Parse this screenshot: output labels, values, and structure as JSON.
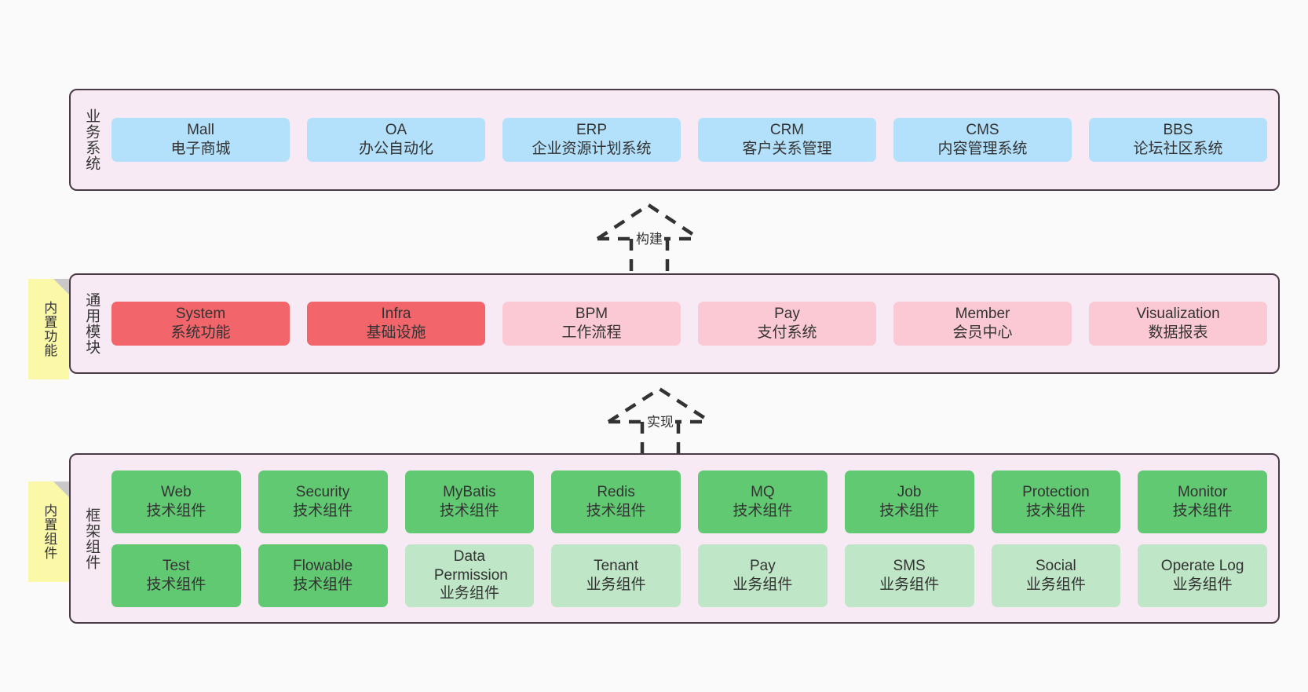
{
  "canvas": {
    "background": "#fafafa",
    "layer_fill": "#f8eaf4",
    "layer_border": "#4a3a46",
    "note_fill": "#fbf8a8",
    "note_fold": "#c9c9c9",
    "color_blue": "#b3e0fa",
    "color_red": "#f2656a",
    "color_pink": "#fbc9d3",
    "color_green": "#62c973",
    "color_lightgreen": "#bfe6c6"
  },
  "layers": [
    {
      "id": "business",
      "title": "业务系统",
      "rows": [
        {
          "cards": [
            {
              "name": "Mall",
              "desc": "电子商城",
              "style": "blue"
            },
            {
              "name": "OA",
              "desc": "办公自动化",
              "style": "blue"
            },
            {
              "name": "ERP",
              "desc": "企业资源计划系统",
              "style": "blue"
            },
            {
              "name": "CRM",
              "desc": "客户关系管理",
              "style": "blue"
            },
            {
              "name": "CMS",
              "desc": "内容管理系统",
              "style": "blue"
            },
            {
              "name": "BBS",
              "desc": "论坛社区系统",
              "style": "blue"
            }
          ]
        }
      ]
    },
    {
      "id": "common-module",
      "title": "通用模块",
      "note": "内置功能",
      "rows": [
        {
          "cards": [
            {
              "name": "System",
              "desc": "系统功能",
              "style": "red"
            },
            {
              "name": "Infra",
              "desc": "基础设施",
              "style": "red"
            },
            {
              "name": "BPM",
              "desc": "工作流程",
              "style": "pink"
            },
            {
              "name": "Pay",
              "desc": "支付系统",
              "style": "pink"
            },
            {
              "name": "Member",
              "desc": "会员中心",
              "style": "pink"
            },
            {
              "name": "Visualization",
              "desc": "数据报表",
              "style": "pink"
            }
          ]
        }
      ]
    },
    {
      "id": "framework",
      "title": "框架组件",
      "note": "内置组件",
      "rows": [
        {
          "cards": [
            {
              "name": "Web",
              "desc": "技术组件",
              "style": "green"
            },
            {
              "name": "Security",
              "desc": "技术组件",
              "style": "green"
            },
            {
              "name": "MyBatis",
              "desc": "技术组件",
              "style": "green"
            },
            {
              "name": "Redis",
              "desc": "技术组件",
              "style": "green"
            },
            {
              "name": "MQ",
              "desc": "技术组件",
              "style": "green"
            },
            {
              "name": "Job",
              "desc": "技术组件",
              "style": "green"
            },
            {
              "name": "Protection",
              "desc": "技术组件",
              "style": "green"
            },
            {
              "name": "Monitor",
              "desc": "技术组件",
              "style": "green"
            }
          ]
        },
        {
          "cards": [
            {
              "name": "Test",
              "desc": "技术组件",
              "style": "green"
            },
            {
              "name": "Flowable",
              "desc": "技术组件",
              "style": "green"
            },
            {
              "name": "Data Permission",
              "desc": "业务组件",
              "style": "lightgreen"
            },
            {
              "name": "Tenant",
              "desc": "业务组件",
              "style": "lightgreen"
            },
            {
              "name": "Pay",
              "desc": "业务组件",
              "style": "lightgreen"
            },
            {
              "name": "SMS",
              "desc": "业务组件",
              "style": "lightgreen"
            },
            {
              "name": "Social",
              "desc": "业务组件",
              "style": "lightgreen"
            },
            {
              "name": "Operate Log",
              "desc": "业务组件",
              "style": "lightgreen"
            }
          ]
        }
      ]
    }
  ],
  "connectors": [
    {
      "id": "build",
      "label": "构建"
    },
    {
      "id": "implement",
      "label": "实现"
    }
  ]
}
